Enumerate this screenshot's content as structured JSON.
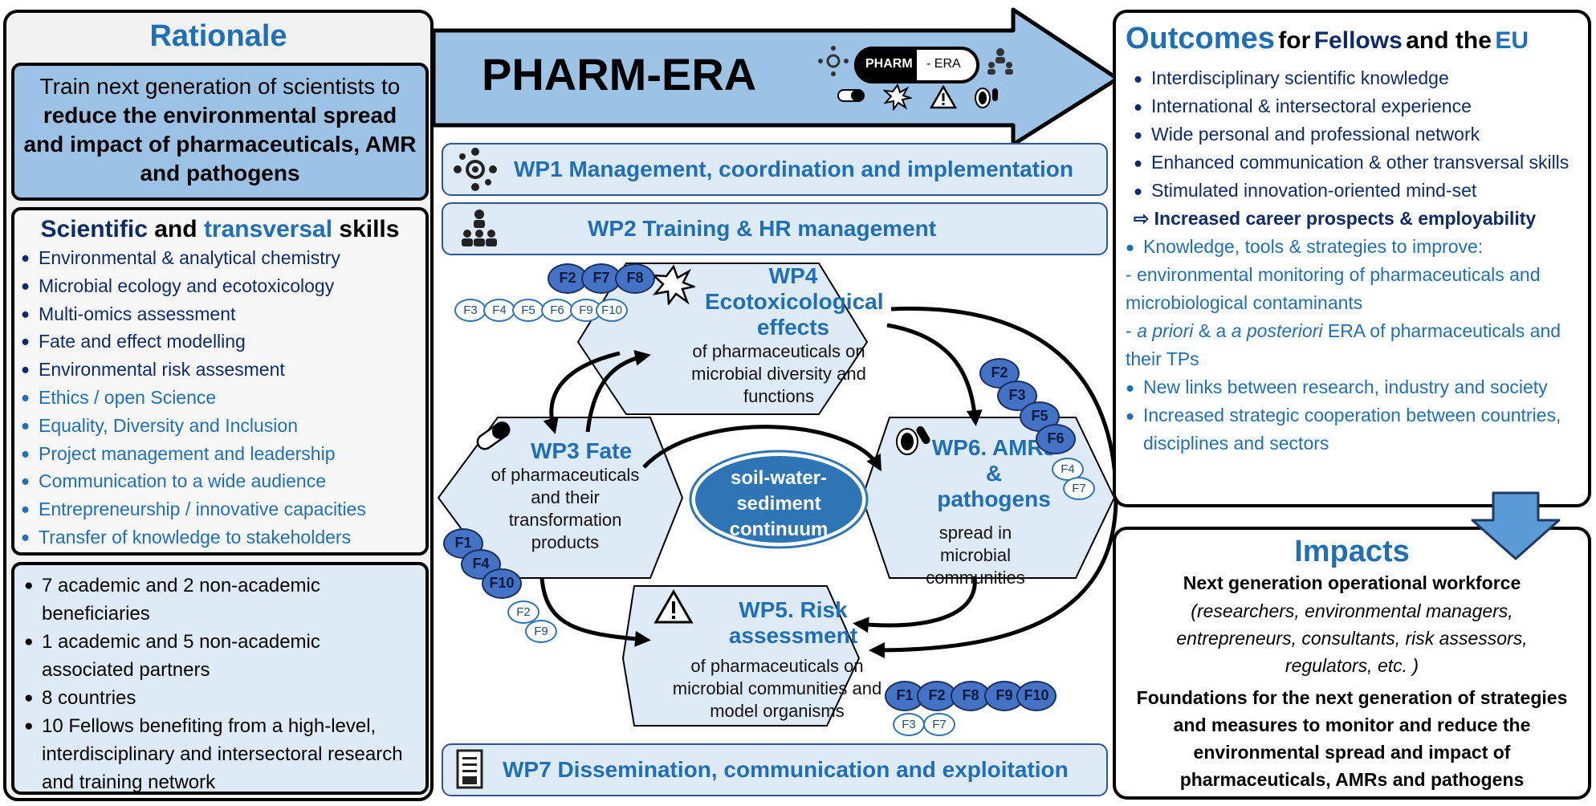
{
  "rationale": {
    "title": "Rationale",
    "intro": "Train next generation of scientists to",
    "intro_bold": "reduce the environmental spread and impact of pharmaceuticals, AMR and pathogens"
  },
  "skills": {
    "title_scientific": "Scientific",
    "title_and": "and",
    "title_transversal": "transversal",
    "title_skills": "skills",
    "scientific_items": [
      "Environmental & analytical chemistry",
      "Microbial ecology and ecotoxicology",
      "Multi-omics assessment",
      "Fate and effect modelling",
      "Environmental risk assesment"
    ],
    "transversal_items": [
      "Ethics / open Science",
      "Equality, Diversity and Inclusion",
      "Project management and leadership",
      "Communication to a wide audience",
      "Entrepreneurship / innovative capacities",
      "Transfer of knowledge to stakeholders"
    ]
  },
  "consortium": {
    "items": [
      "7 academic and 2 non-academic beneficiaries",
      "1 academic  and 5 non-academic associated partners",
      "8 countries",
      "10 Fellows benefiting from a high-level, interdisciplinary and intersectoral research and training network"
    ]
  },
  "banner": {
    "title": "PHARM-ERA",
    "logo_left": "PHARM",
    "logo_right": "- ERA"
  },
  "wp": {
    "wp1": "WP1 Management, coordination and implementation",
    "wp2": "WP2 Training & HR management",
    "wp7": "WP7 Dissemination, communication and exploitation",
    "wp4_title": "WP4 Ecotoxicological effects",
    "wp4_text": "of pharmaceuticals on microbial diversity and functions",
    "wp3_title": "WP3 Fate",
    "wp3_text": "of pharmaceuticals and their transformation products",
    "wp6_title": "WP6. AMRs  & pathogens",
    "wp6_text": "spread in microbial communities",
    "wp5_title": "WP5. Risk assessment",
    "wp5_text": "of pharmaceuticals on microbial communities and model organisms",
    "center": "soil-water-sediment continuum"
  },
  "fellows": {
    "wp4_main": [
      "F2",
      "F7",
      "F8"
    ],
    "wp4_other": [
      "F3",
      "F4",
      "F5",
      "F6",
      "F9",
      "F10"
    ],
    "wp6_main": [
      "F2",
      "F3",
      "F5",
      "F6"
    ],
    "wp6_other": [
      "F4",
      "F7"
    ],
    "wp3_main": [
      "F1",
      "F4",
      "F10"
    ],
    "wp3_other": [
      "F2",
      "F9"
    ],
    "wp5_main": [
      "F1",
      "F2",
      "F8",
      "F9",
      "F10"
    ],
    "wp5_other": [
      "F3",
      "F7"
    ]
  },
  "outcomes": {
    "title_outcomes": "Outcomes",
    "title_for": "for",
    "title_fellows": "Fellows",
    "title_and_the": "and the",
    "title_eu": "EU",
    "fellow_items": [
      "Interdisciplinary scientific knowledge",
      "International & intersectoral experience",
      "Wide personal and professional network",
      "Enhanced communication & other transversal skills",
      "Stimulated innovation-oriented mind-set"
    ],
    "career": "⇨ Increased career prospects & employability",
    "knowledge": "Knowledge, tools & strategies to improve:",
    "dash1": "-  environmental monitoring of pharmaceuticals and microbiological contaminants",
    "dash2_a": "- ",
    "dash2_b": "a priori",
    "dash2_c": " & a ",
    "dash2_d": "a posteriori",
    "dash2_e": " ERA of pharmaceuticals and their TPs",
    "eu_items": [
      "New links between research, industry and society",
      "Increased strategic cooperation between countries, disciplines and sectors"
    ]
  },
  "impacts": {
    "title": "Impacts",
    "line1": "Next generation operational workforce",
    "line2": "(researchers, environmental managers, entrepreneurs, consultants, risk assessors, regulators, etc. )",
    "line3": "Foundations for the next generation of strategies and measures to monitor and reduce the environmental spread and impact of pharmaceuticals, AMRs and pathogens"
  },
  "colors": {
    "accent_blue": "#1f6fb8",
    "dark_navy": "#0d2b6b",
    "light_fill": "#deebf7",
    "mid_fill": "#9cc2e5"
  }
}
